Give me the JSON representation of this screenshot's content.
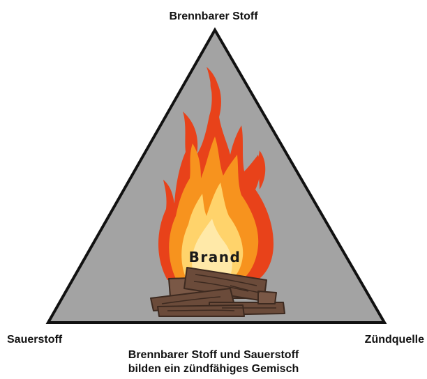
{
  "diagram": {
    "vertices": {
      "top": "Brennbarer Stoff",
      "left": "Sauerstoff",
      "right": "Zündquelle"
    },
    "center": "Brand",
    "caption": {
      "line1": "Brennbarer Stoff und Sauerstoff",
      "line2": "bilden ein zündfähiges Gemisch"
    }
  },
  "colors": {
    "triangle_fill": "#a3a3a3",
    "triangle_stroke": "#111111",
    "flame_outer": "#e8421a",
    "flame_mid": "#f7931e",
    "flame_inner": "#ffd36b",
    "flame_core": "#ffe9a8",
    "wood": "#6b4b3a",
    "wood_dark": "#3d2a20"
  },
  "icons": [
    "fire-icon",
    "wood-logs-icon"
  ]
}
